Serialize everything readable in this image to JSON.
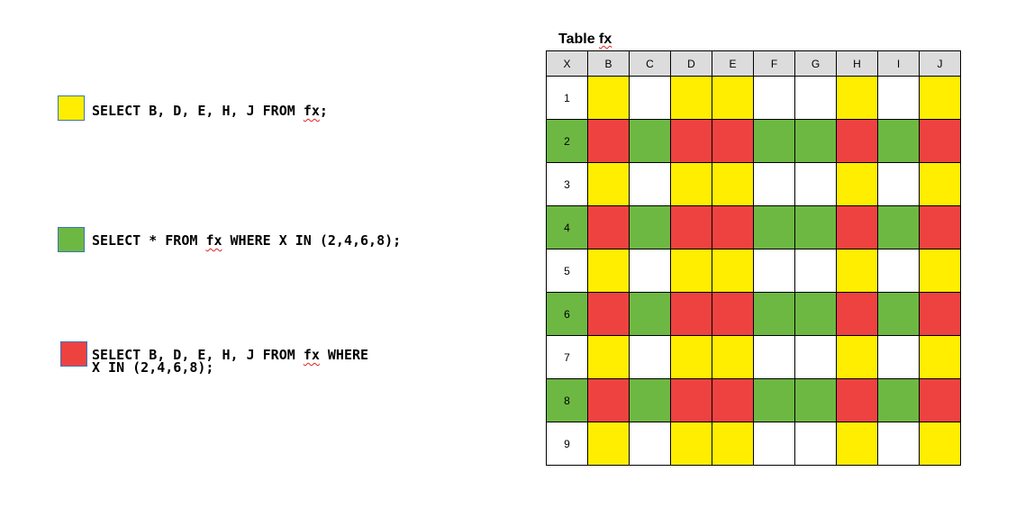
{
  "colors": {
    "yellow": "#ffee00",
    "green": "#6db842",
    "red": "#ee4240",
    "white": "#ffffff",
    "header": "#dcdcdc"
  },
  "legend": [
    {
      "color": "yellow",
      "query": [
        "SELECT B, D, E, H, J FROM ",
        "fx",
        ";"
      ],
      "query2": ""
    },
    {
      "color": "green",
      "query": [
        "SELECT * FROM ",
        "fx",
        " WHERE X IN (2,4,6,8);"
      ],
      "query2": ""
    },
    {
      "color": "red",
      "query": [
        "SELECT B, D, E, H, J FROM ",
        "fx",
        " WHERE"
      ],
      "query2": "X IN (2,4,6,8);"
    }
  ],
  "table": {
    "title_prefix": "Table ",
    "title_name": "fx",
    "columns": [
      "X",
      "B",
      "C",
      "D",
      "E",
      "F",
      "G",
      "H",
      "I",
      "J"
    ],
    "rows": [
      {
        "label": "1",
        "cells": [
          "yellow",
          "white",
          "yellow",
          "yellow",
          "white",
          "white",
          "yellow",
          "white",
          "yellow"
        ]
      },
      {
        "label": "2",
        "cells": [
          "red",
          "green",
          "red",
          "red",
          "green",
          "green",
          "red",
          "green",
          "red"
        ]
      },
      {
        "label": "3",
        "cells": [
          "yellow",
          "white",
          "yellow",
          "yellow",
          "white",
          "white",
          "yellow",
          "white",
          "yellow"
        ]
      },
      {
        "label": "4",
        "cells": [
          "red",
          "green",
          "red",
          "red",
          "green",
          "green",
          "red",
          "green",
          "red"
        ]
      },
      {
        "label": "5",
        "cells": [
          "yellow",
          "white",
          "yellow",
          "yellow",
          "white",
          "white",
          "yellow",
          "white",
          "yellow"
        ]
      },
      {
        "label": "6",
        "cells": [
          "red",
          "green",
          "red",
          "red",
          "green",
          "green",
          "red",
          "green",
          "red"
        ]
      },
      {
        "label": "7",
        "cells": [
          "yellow",
          "white",
          "yellow",
          "yellow",
          "white",
          "white",
          "yellow",
          "white",
          "yellow"
        ]
      },
      {
        "label": "8",
        "cells": [
          "red",
          "green",
          "red",
          "red",
          "green",
          "green",
          "red",
          "green",
          "red"
        ]
      },
      {
        "label": "9",
        "cells": [
          "yellow",
          "white",
          "yellow",
          "yellow",
          "white",
          "white",
          "yellow",
          "white",
          "yellow"
        ]
      }
    ],
    "row_label_color": {
      "1": "white",
      "2": "green",
      "3": "white",
      "4": "green",
      "5": "white",
      "6": "green",
      "7": "white",
      "8": "green",
      "9": "white"
    }
  }
}
